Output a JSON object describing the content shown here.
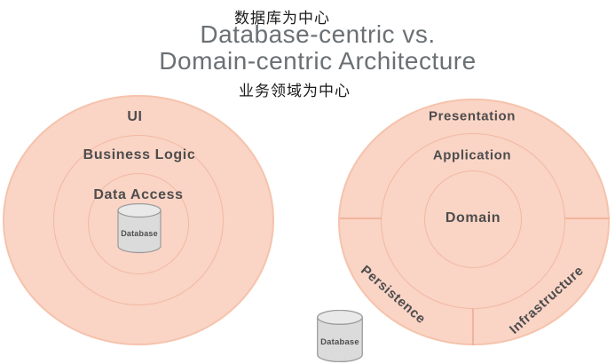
{
  "header": {
    "label_top_zh": "数据库为中心",
    "title_line1": "Database-centric vs.",
    "title_line2": "Domain-centric Architecture",
    "label_bottom_zh": "业务领域为中心"
  },
  "colors": {
    "ring_fill": "#FAD4C5",
    "ring_border": "#F1B9A1",
    "label_text": "#4D4D4D",
    "title_text": "#6B7074",
    "chinese_text": "#1A1A1A",
    "cylinder_fill": "#DBDBDB",
    "cylinder_top": "#E9E9E9",
    "cylinder_border": "#9A9A9A"
  },
  "diagram_left": {
    "name": "database-centric architecture",
    "rings": [
      {
        "label": "UI"
      },
      {
        "label": "Business Logic"
      },
      {
        "label": "Data Access"
      }
    ],
    "database_label": "Database"
  },
  "diagram_right": {
    "name": "domain-centric architecture",
    "rings": [
      {
        "label": "Presentation"
      },
      {
        "label": "Application"
      },
      {
        "label": "Domain"
      }
    ],
    "sectors": [
      {
        "label": "Persistence"
      },
      {
        "label": "Infrastructure"
      }
    ],
    "database_label": "Database"
  }
}
